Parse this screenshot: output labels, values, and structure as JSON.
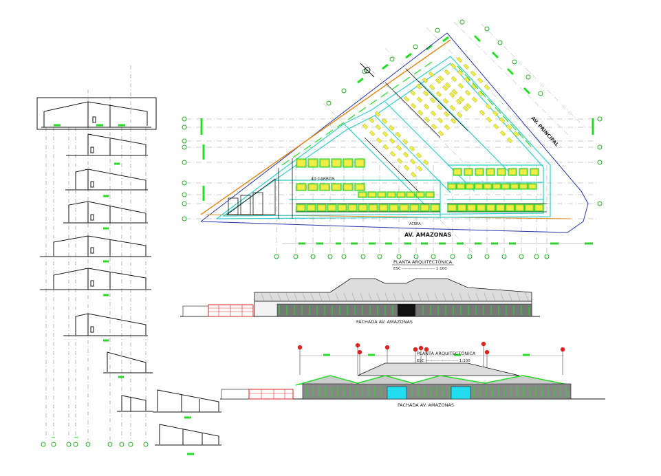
{
  "drawing": {
    "plan_title": "PLANTA ARQUITECTÓNICA",
    "plan_scale": "ESC ------------------------ 1:100",
    "street_bottom": "AV. AMAZONAS",
    "street_right": "AV. PRINCIPAL",
    "street_bottom_small": "ACERA",
    "parking_label": "40 CARROS",
    "elev1_title": "FACHADA AV. AMAZONAS",
    "elev2_overlap_title": "PLANTA ARQUITECTÓNICA",
    "elev2_overlap_scale": "ESC ------------------------ 1:100",
    "elev2_title": "FACHADA AV. AMAZONAS"
  },
  "colors": {
    "green": "#22dd22",
    "cyan": "#33cccc",
    "orange": "#e08a1e",
    "blue": "#2233aa",
    "yellow": "#eeee44",
    "red": "#dd2222",
    "line": "#111111",
    "dim": "#777777"
  }
}
